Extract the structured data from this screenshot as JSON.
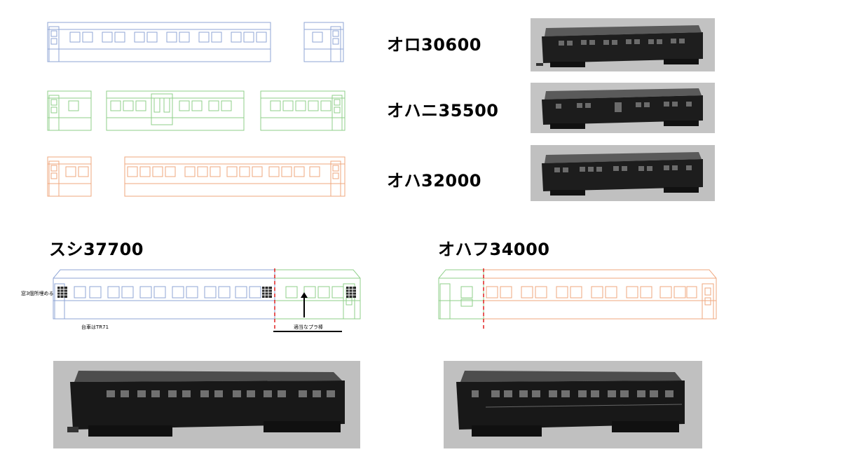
{
  "cars": [
    {
      "name": "オロ30600",
      "color": "#8fa6d6"
    },
    {
      "name": "オハニ35500",
      "color": "#8fcf8a"
    },
    {
      "name": "オハ32000",
      "color": "#efa77e"
    },
    {
      "name": "スシ37700",
      "color": "#8fa6d6"
    },
    {
      "name": "オハフ34000",
      "color": "#efa77e"
    }
  ],
  "annotations": {
    "fill_three": "窓3個所埋める",
    "bogie": "台車はTR71",
    "plastic_rod": "適当なプラ棒"
  },
  "colors": {
    "blue": "#8fa6d6",
    "green": "#8fcf8a",
    "orange": "#efa77e",
    "dash": "#e02020"
  }
}
